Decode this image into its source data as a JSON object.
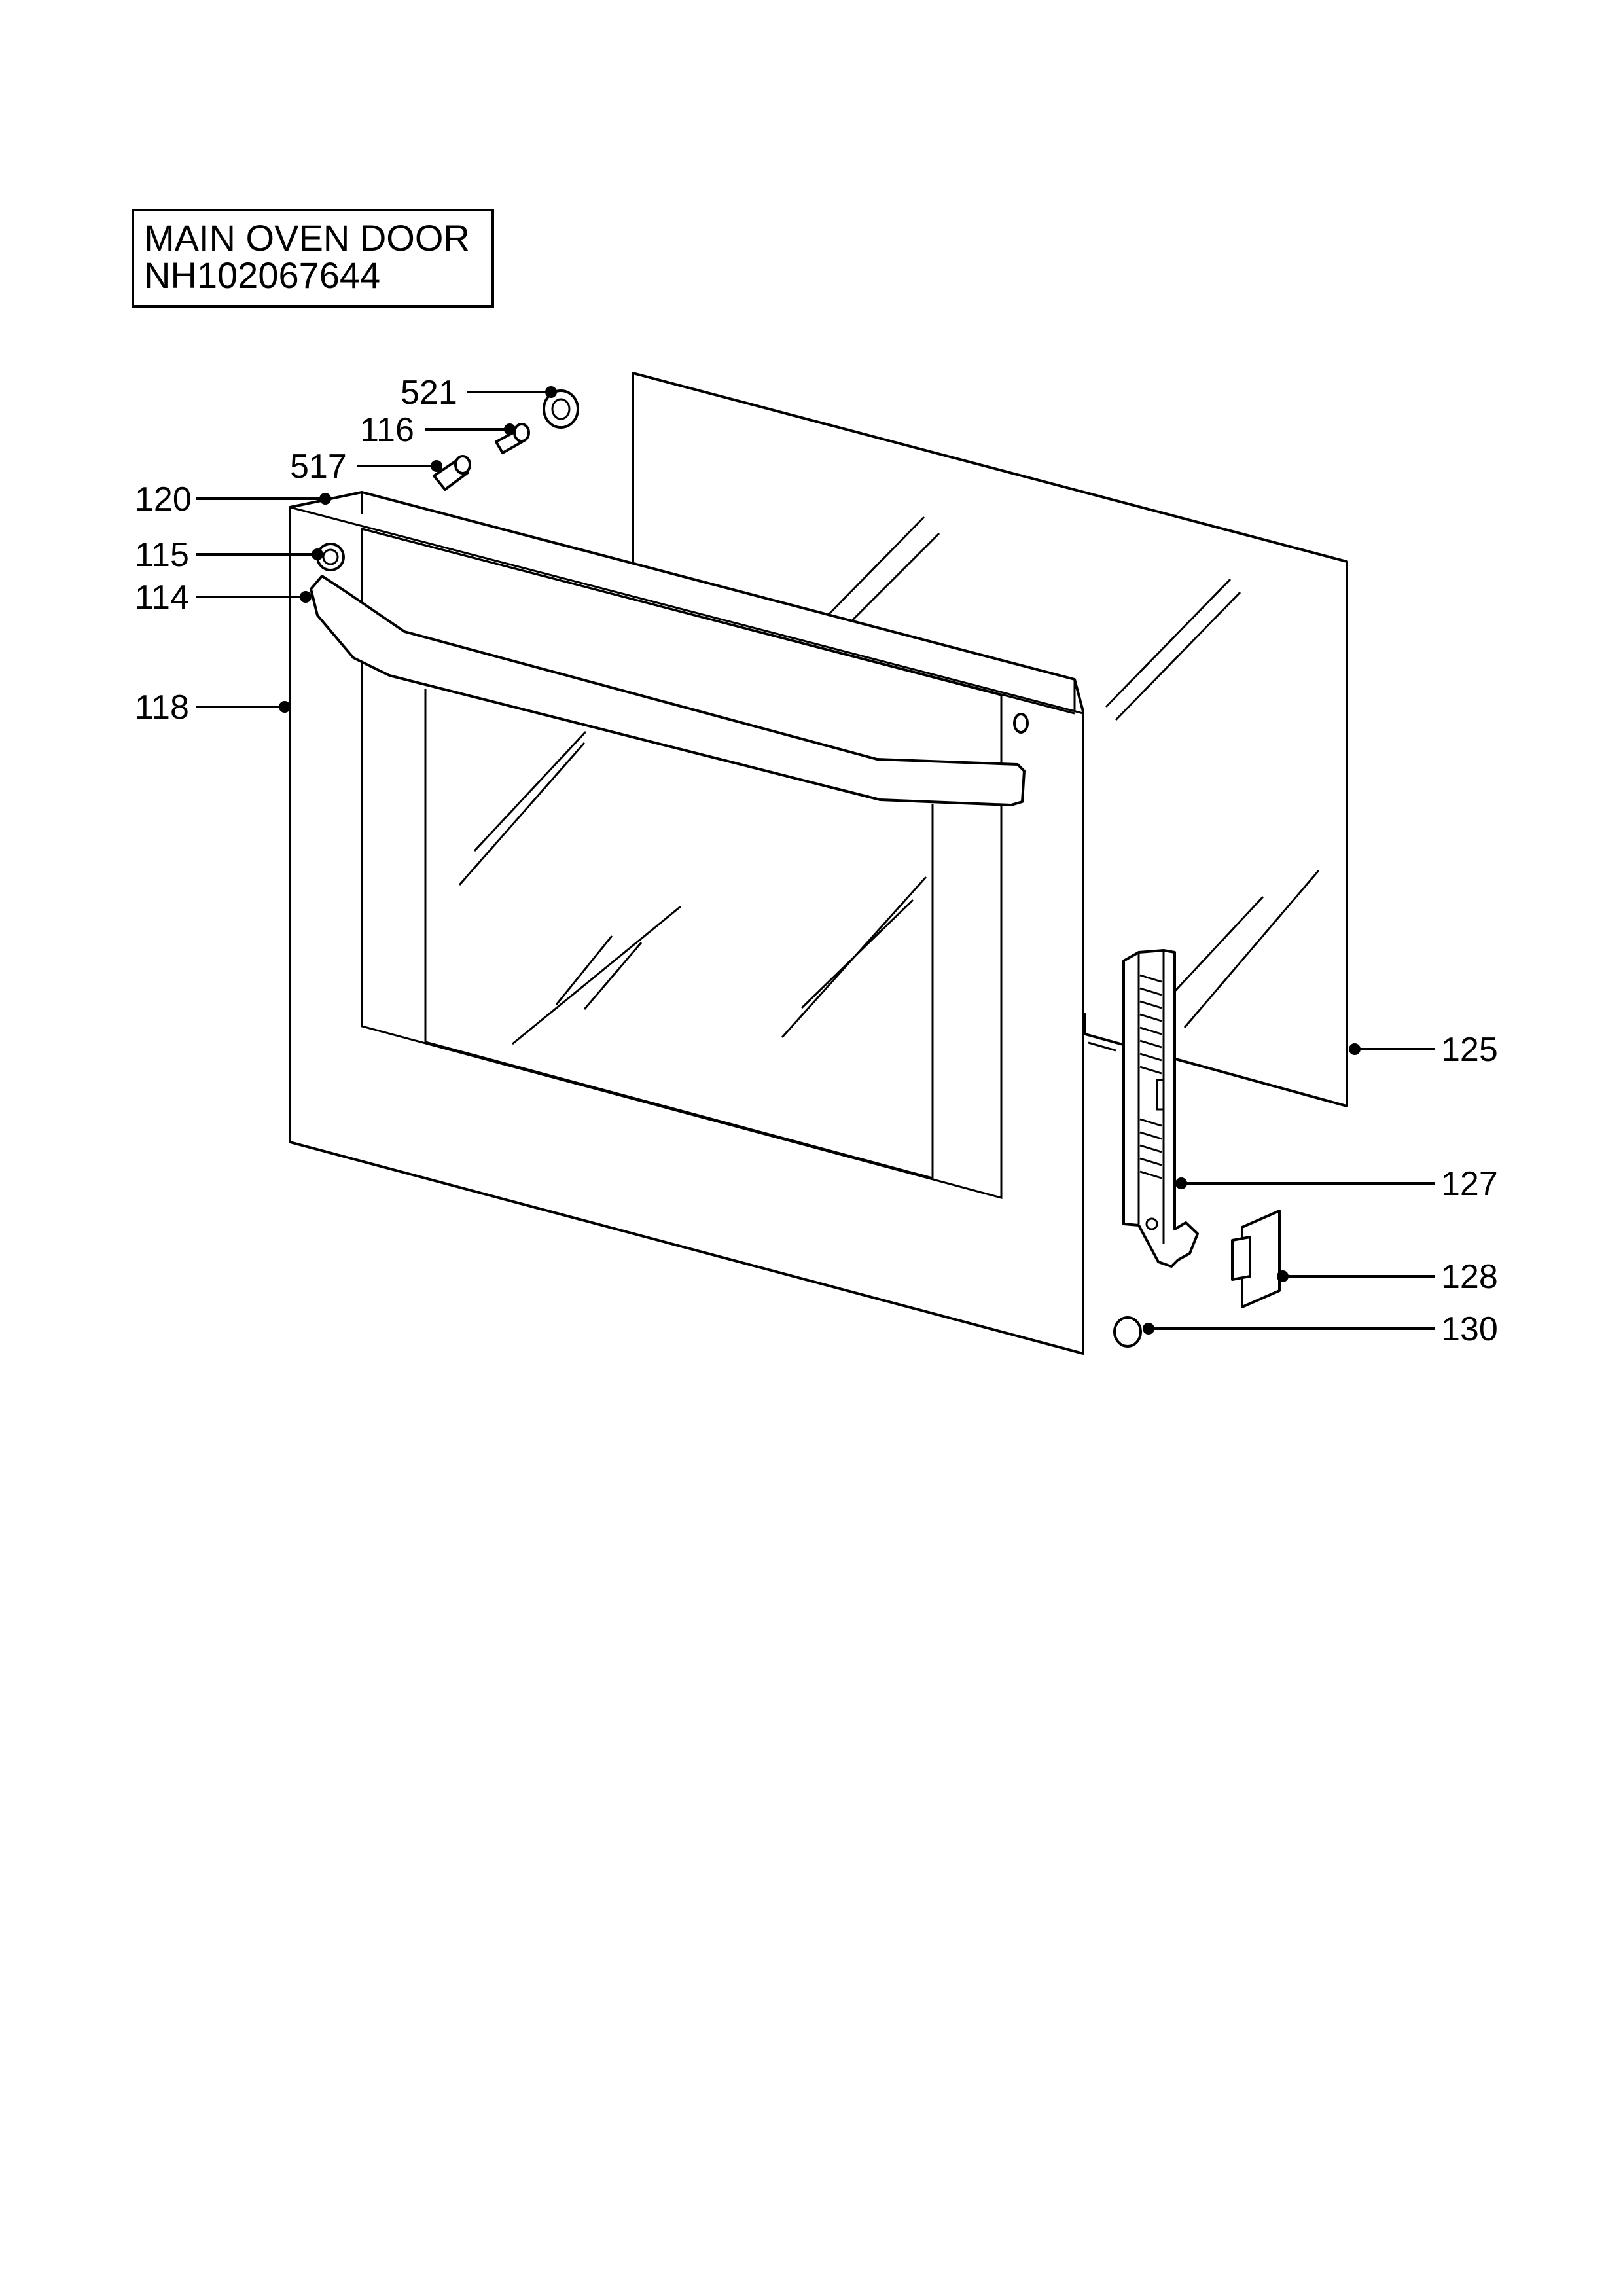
{
  "title": {
    "line1": "MAIN OVEN DOOR",
    "line2": "NH102067644"
  },
  "callouts": {
    "c521": "521",
    "c116": "116",
    "c517": "517",
    "c120": "120",
    "c115": "115",
    "c114": "114",
    "c118": "118",
    "c125": "125",
    "c127": "127",
    "c128": "128",
    "c130": "130"
  },
  "colors": {
    "line": "#000000",
    "background": "#ffffff"
  }
}
